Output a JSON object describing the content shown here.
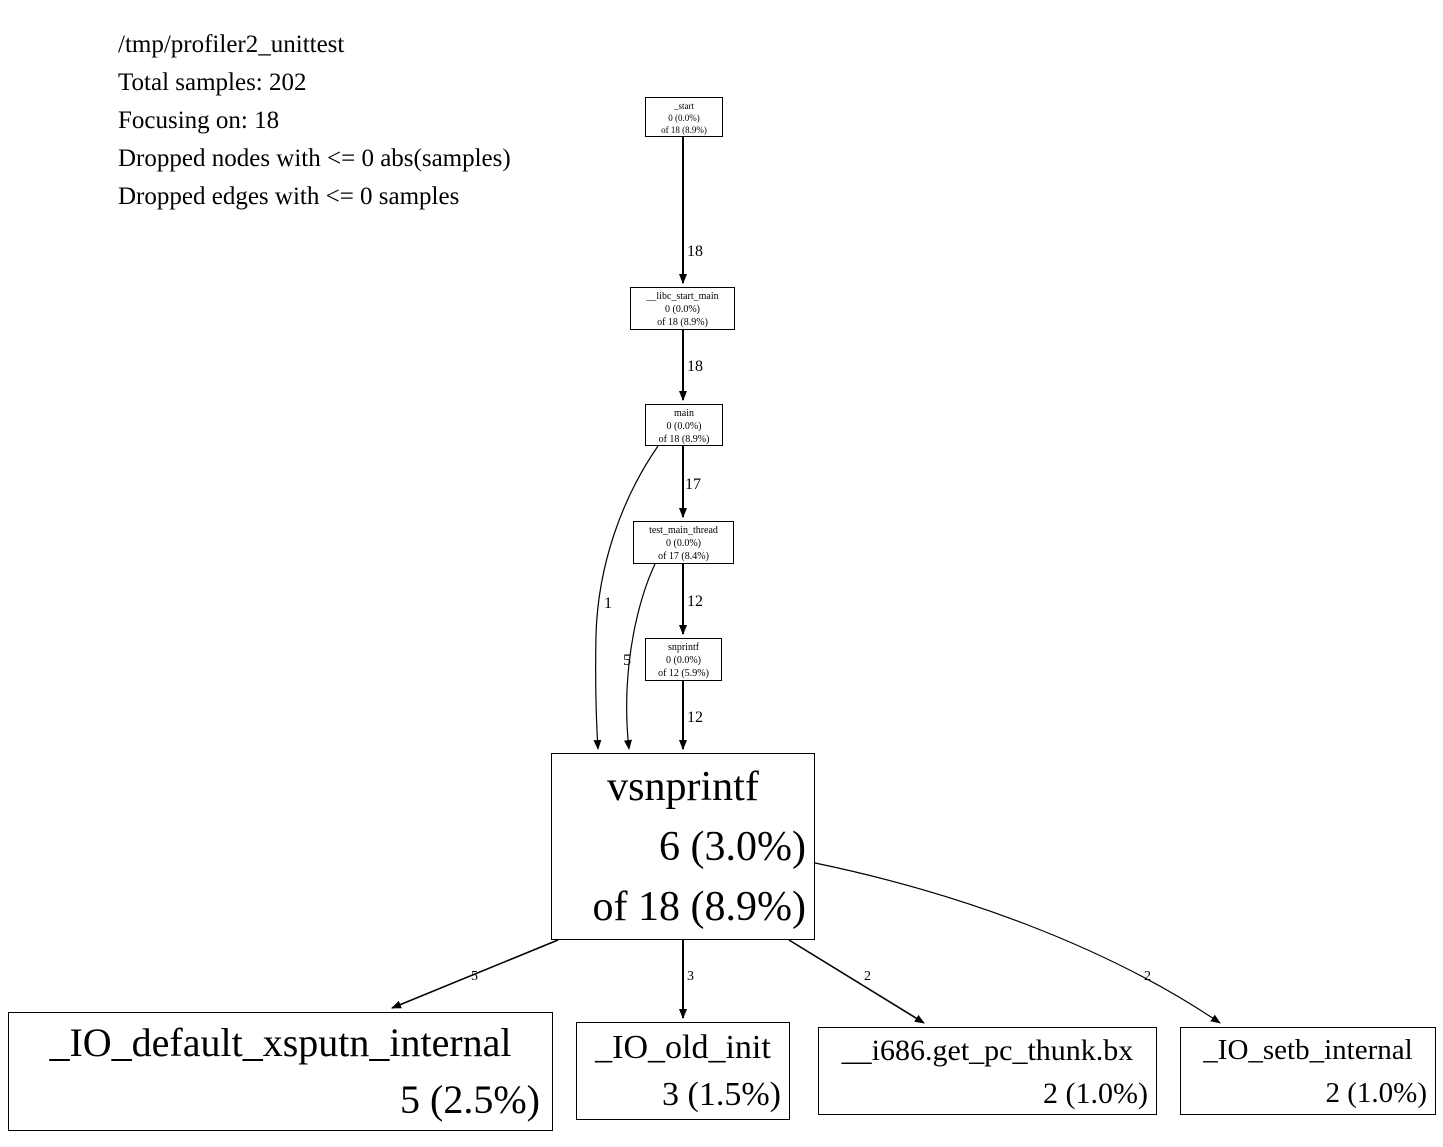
{
  "header": {
    "line1": "/tmp/profiler2_unittest",
    "line2": "Total samples: 202",
    "line3": "Focusing on: 18",
    "line4": "Dropped nodes with <= 0 abs(samples)",
    "line5": "Dropped edges with <= 0 samples"
  },
  "nodes": {
    "start": {
      "name": "_start",
      "self": "0 (0.0%)",
      "total": "of 18 (8.9%)"
    },
    "libc_start_main": {
      "name": "__libc_start_main",
      "self": "0 (0.0%)",
      "total": "of 18 (8.9%)"
    },
    "main": {
      "name": "main",
      "self": "0 (0.0%)",
      "total": "of 18 (8.9%)"
    },
    "test_main_thread": {
      "name": "test_main_thread",
      "self": "0 (0.0%)",
      "total": "of 17 (8.4%)"
    },
    "snprintf": {
      "name": "snprintf",
      "self": "0 (0.0%)",
      "total": "of 12 (5.9%)"
    },
    "vsnprintf": {
      "name": "vsnprintf",
      "self": "6 (3.0%)",
      "total": "of 18 (8.9%)"
    },
    "io_default_xsputn": {
      "name": "_IO_default_xsputn_internal",
      "self": "5 (2.5%)"
    },
    "io_old_init": {
      "name": "_IO_old_init",
      "self": "3 (1.5%)"
    },
    "i686_get_pc_thunk": {
      "name": "__i686.get_pc_thunk.bx",
      "self": "2 (1.0%)"
    },
    "io_setb_internal": {
      "name": "_IO_setb_internal",
      "self": "2 (1.0%)"
    }
  },
  "edges": {
    "start_to_libc": "18",
    "libc_to_main": "18",
    "main_to_test": "17",
    "test_to_snprintf": "12",
    "snprintf_to_vsnprintf": "12",
    "main_to_vsnprintf": "1",
    "test_to_vsnprintf": "5",
    "vsnprintf_to_xsputn": "5",
    "vsnprintf_to_old_init": "3",
    "vsnprintf_to_thunk": "2",
    "vsnprintf_to_setb": "2"
  }
}
